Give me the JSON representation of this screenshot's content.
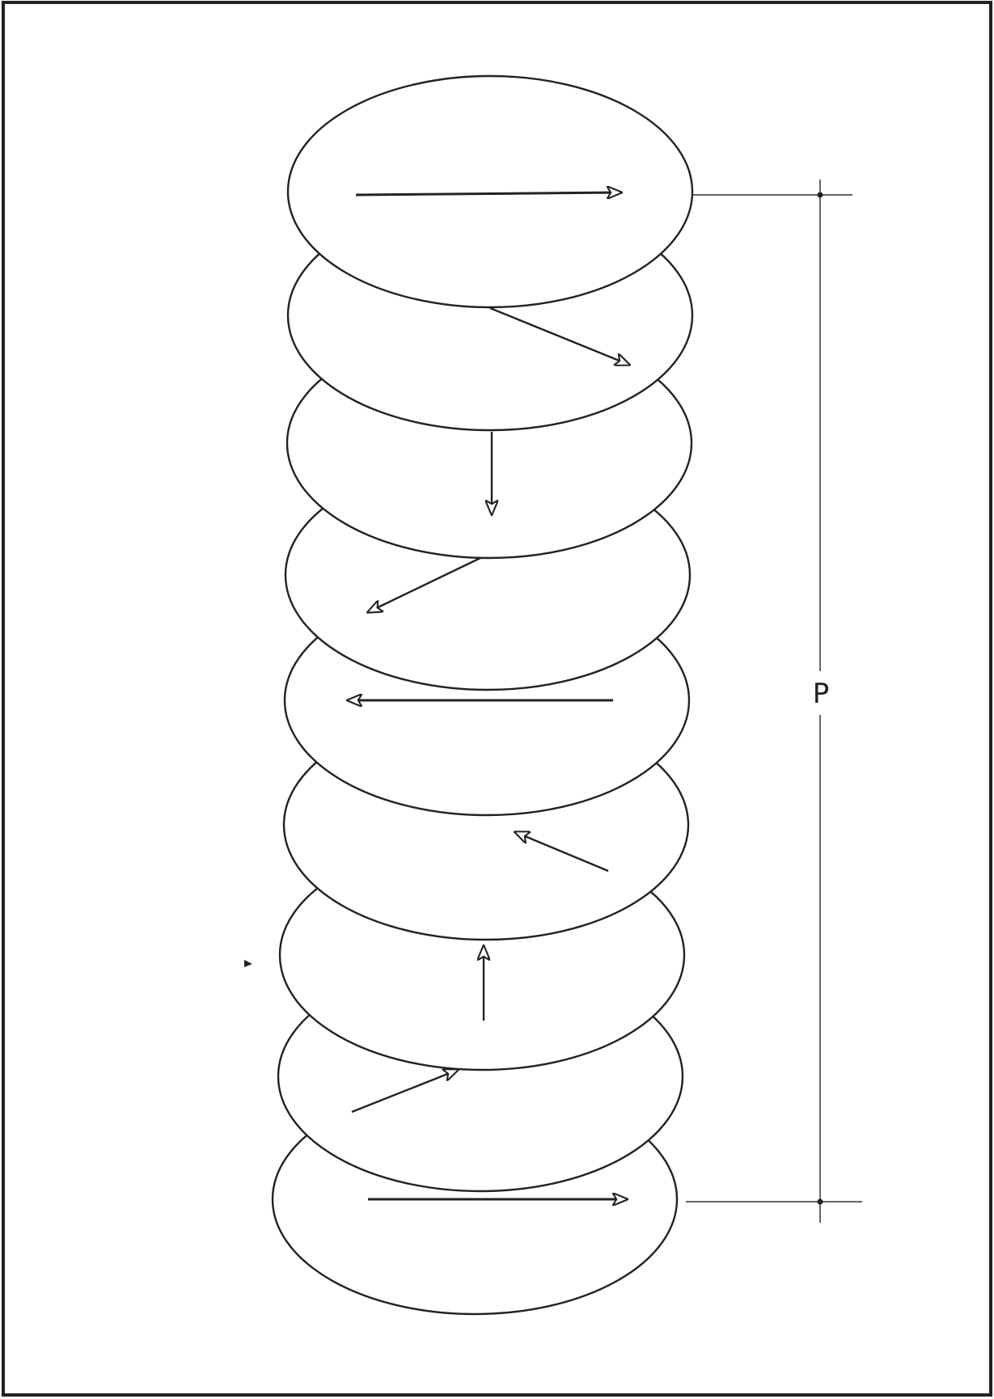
{
  "diagram": {
    "pitch_label": "P",
    "layer_count": 9,
    "director_angles_deg": [
      0,
      -22,
      -90,
      -155,
      180,
      155,
      90,
      20,
      0
    ],
    "line_color": "#222222",
    "background": "#ffffff"
  }
}
